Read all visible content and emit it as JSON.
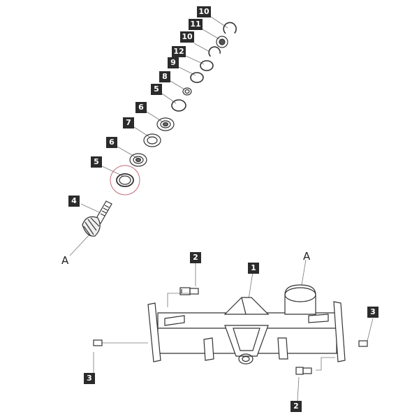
{
  "callouts": {
    "c10_top": "10",
    "c11": "11",
    "c10_mid": "10",
    "c12": "12",
    "c9": "9",
    "c8": "8",
    "c5_top": "5",
    "c6_top": "6",
    "c7": "7",
    "c6_low": "6",
    "c5_low": "5",
    "c4": "4",
    "c2_top": "2",
    "c1": "1",
    "c3_right": "3",
    "c3_left": "3",
    "c2_bottom": "2"
  },
  "letters": {
    "a_shaft": "A",
    "a_housing": "A"
  },
  "colors": {
    "line": "#333333",
    "callout_bg": "#2b2b2b",
    "highlight_circle": "#c46a7a"
  }
}
